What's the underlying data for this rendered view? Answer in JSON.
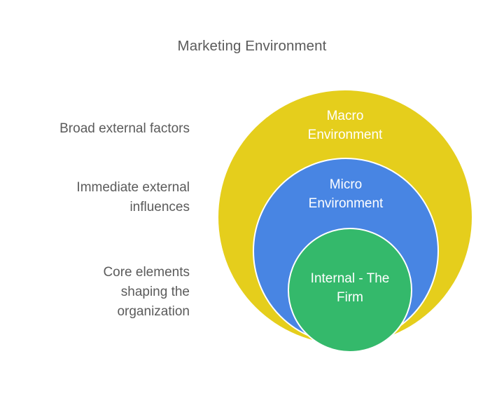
{
  "diagram": {
    "title": "Marketing Environment",
    "captions": [
      {
        "name": "broad-external-factors",
        "lines": [
          "Broad external factors"
        ]
      },
      {
        "name": "immediate-external-influences",
        "lines": [
          "Immediate external",
          "influences"
        ]
      },
      {
        "name": "core-elements",
        "lines": [
          "Core elements",
          "shaping the",
          "organization"
        ]
      }
    ],
    "circles": [
      {
        "name": "macro-environment",
        "lines": [
          "Macro",
          "Environment"
        ],
        "color": "#e5ce1c",
        "text_color": "#ffffff"
      },
      {
        "name": "micro-environment",
        "lines": [
          "Micro",
          "Environment"
        ],
        "color": "#4885e3",
        "text_color": "#ffffff"
      },
      {
        "name": "internal-the-firm",
        "lines": [
          "Internal - The",
          "Firm"
        ],
        "color": "#34b96b",
        "text_color": "#ffffff"
      }
    ],
    "background_color": "#ffffff",
    "caption_text_color": "#5b5b5b"
  },
  "chart_data": {
    "type": "diagram",
    "subtype": "concentric-circles",
    "title": "Marketing Environment",
    "levels": [
      {
        "label": "Macro Environment",
        "description": "Broad external factors",
        "ring": 1,
        "color": "#e5ce1c"
      },
      {
        "label": "Micro Environment",
        "description": "Immediate external influences",
        "ring": 2,
        "color": "#4885e3"
      },
      {
        "label": "Internal - The Firm",
        "description": "Core elements shaping the organization",
        "ring": 3,
        "color": "#34b96b"
      }
    ]
  }
}
